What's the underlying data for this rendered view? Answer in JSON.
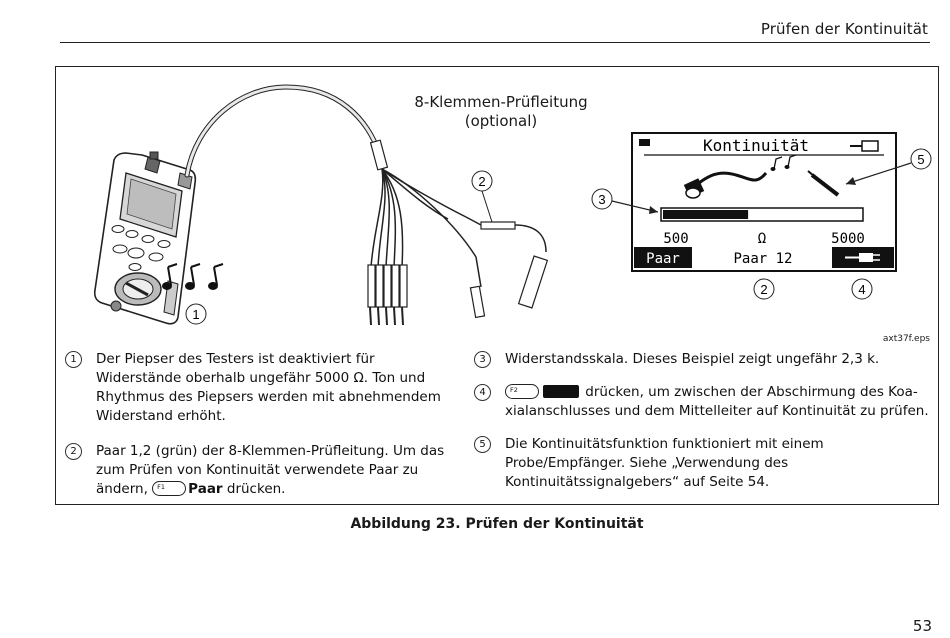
{
  "header": {
    "title": "Prüfen der Kontinuität"
  },
  "figure": {
    "lead_title_line1": "8-Klemmen-Prüfleitung",
    "lead_title_line2": "(optional)",
    "art_id": "axt37f.eps",
    "display": {
      "title": "Kontinuität",
      "scale_min": "500",
      "scale_unit": "Ω",
      "scale_max": "5000",
      "softkey_left": "Paar",
      "pair_label": "Paar 12",
      "scale_fill_fraction": 0.43
    },
    "illustration_markers": [
      "1",
      "2",
      "3",
      "4",
      "5",
      "2"
    ],
    "callouts": [
      {
        "num": "1",
        "line1": "Der Piepser des Testers ist deaktiviert für",
        "line2": "Widerstände oberhalb ungefähr 5000 Ω. Ton und",
        "line3": "Rhythmus des Piepsers werden mit abnehmendem",
        "line4": "Widerstand erhöht."
      },
      {
        "num": "2",
        "line1": "Paar 1,2 (grün) der 8-Klemmen-Prüfleitung. Um das",
        "line2": "zum Prüfen von Kontinuität verwendete Paar zu",
        "line3_pre": "ändern,",
        "key": "F1",
        "line3_bold": "Paar",
        "line3_post": " drücken."
      },
      {
        "num": "3",
        "line1": "Widerstandsskala. Dieses Beispiel zeigt ungefähr 2,3 k."
      },
      {
        "num": "4",
        "key": "F2",
        "line1_post": "drücken, um zwischen der Abschirmung des Koa-",
        "line2": "xialanschlusses und dem Mittelleiter auf Kontinuität zu prüfen."
      },
      {
        "num": "5",
        "line1": "Die Kontinuitätsfunktion funktioniert mit einem",
        "line2": "Probe/Empfänger. Siehe „Verwendung des",
        "line3": "Kontinuitätssignalgebers“ auf Seite 54."
      }
    ]
  },
  "caption": "Abbildung 23. Prüfen der Kontinuität",
  "page_number": "53"
}
